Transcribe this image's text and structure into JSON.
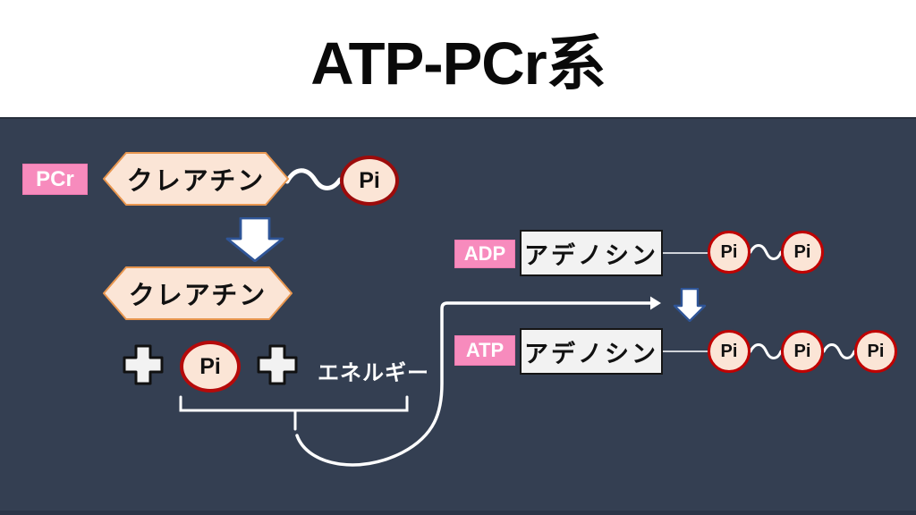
{
  "title": "ATP-PCr系",
  "pcr_group": {
    "tag": "PCr",
    "creatine_top": "クレアチン",
    "pi_top": "Pi",
    "creatine_bottom": "クレアチン",
    "pi_released": "Pi",
    "energy": "エネルギー"
  },
  "adp_group": {
    "tag": "ADP",
    "adenosine": "アデノシン",
    "pis": [
      "Pi",
      "Pi"
    ]
  },
  "atp_group": {
    "tag": "ATP",
    "adenosine": "アデノシン",
    "pis": [
      "Pi",
      "Pi",
      "Pi"
    ]
  },
  "colors": {
    "panel_bg": "#343F52",
    "tag_pink": "#F78BBD",
    "shape_peach": "#FBE5D6",
    "hexagon_border_orange": "#E8964F",
    "pi_border_red": "#C00000",
    "pi_border_dark_red": "#9C0B0B",
    "box_fill": "#F2F2F2",
    "arrow_outline_blue": "#2F5597",
    "connector_white": "#FFFFFF",
    "title_black": "#0A0A0A"
  }
}
